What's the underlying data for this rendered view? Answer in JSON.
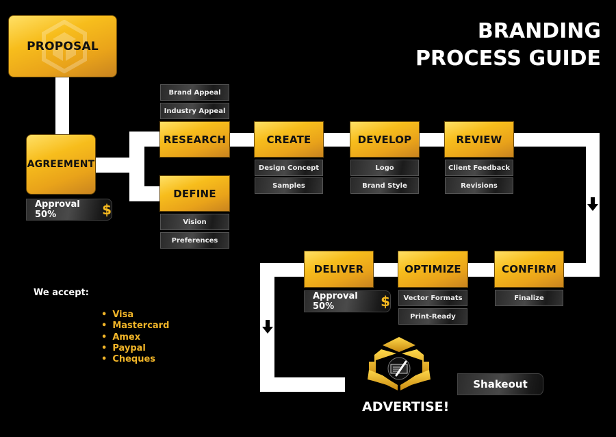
{
  "title": {
    "line1": "BRANDING",
    "line2": "PROCESS GUIDE"
  },
  "steps": {
    "proposal": "PROPOSAL",
    "agreement": "AGREEMENT",
    "research": "RESEARCH",
    "define": "DEFINE",
    "create": "CREATE",
    "develop": "DEVELOP",
    "review": "REVIEW",
    "confirm": "CONFIRM",
    "optimize": "OPTIMIZE",
    "deliver": "DELIVER",
    "advertise": "ADVERTISE!"
  },
  "substeps": {
    "research": [
      "Brand Appeal",
      "Industry Appeal"
    ],
    "define": [
      "Vision",
      "Preferences"
    ],
    "create": [
      "Design Concept",
      "Samples"
    ],
    "develop": [
      "Logo",
      "Brand Style"
    ],
    "review": [
      "Client Feedback",
      "Revisions"
    ],
    "confirm": [
      "Finalize"
    ],
    "optimize": [
      "Vector Formats",
      "Print-Ready"
    ]
  },
  "approvals": {
    "agreement": {
      "label": "Approval 50%",
      "icon": "$"
    },
    "deliver": {
      "label": "Approval 50%",
      "icon": "$"
    }
  },
  "shakeout": "Shakeout",
  "payment": {
    "label": "We accept:",
    "methods": [
      "Visa",
      "Mastercard",
      "Amex",
      "Paypal",
      "Cheques"
    ]
  },
  "colors": {
    "accent": "#F5B920",
    "background": "#000000",
    "path": "#FFFFFF"
  }
}
